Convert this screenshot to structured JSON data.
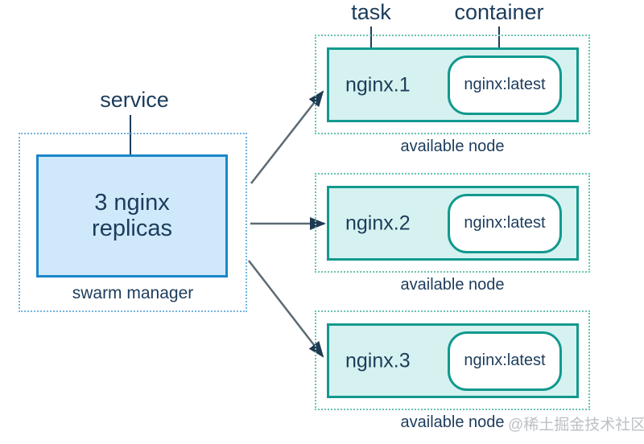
{
  "diagram": {
    "labels": {
      "service": "service",
      "task": "task",
      "container": "container"
    },
    "manager": {
      "box_text": "3 nginx replicas",
      "caption": "swarm manager"
    },
    "nodes": [
      {
        "task": "nginx.1",
        "container": "nginx:latest",
        "caption": "available node"
      },
      {
        "task": "nginx.2",
        "container": "nginx:latest",
        "caption": "available node"
      },
      {
        "task": "nginx.3",
        "container": "nginx:latest",
        "caption": "available node"
      }
    ],
    "watermark": "@稀土掘金技术社区",
    "colors": {
      "text": "#1c3c5c",
      "manager_fill": "#cfe9fa",
      "manager_border": "#1a87c9",
      "manager_dotted": "#74b4e0",
      "node_fill": "#d6f2f0",
      "node_border": "#12998f",
      "node_dotted": "#67c4b0",
      "arrow_line": "#5c6a74",
      "arrow_head": "#203a52",
      "watermark": "#bcc0c4"
    }
  }
}
